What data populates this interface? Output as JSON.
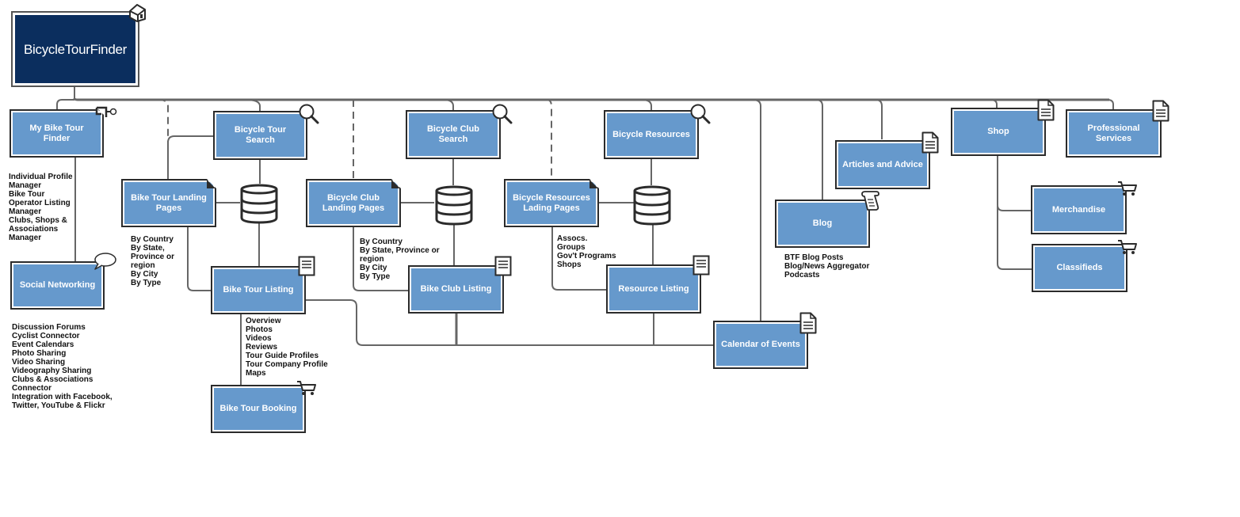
{
  "diagram": {
    "title": "BicycleTourFinder sitemap",
    "colors": {
      "root_fill": "#0b2e5e",
      "node_fill": "#6699cc",
      "node_border": "#2b2b2b",
      "connector": "#666666",
      "text_dark": "#111111"
    },
    "root": {
      "label": "BicycleTourFinder",
      "icon": "home-icon"
    },
    "nodes": {
      "my_bike_tour_finder": {
        "label": "My Bike Tour Finder",
        "icon": "key-icon",
        "notes": "Individual Profile\nManager\nBike Tour\nOperator Listing\nManager\nClubs, Shops &\nAssociations\nManager"
      },
      "social_networking": {
        "label": "Social Networking",
        "icon": "speech-bubble-icon",
        "notes": "Discussion Forums\nCyclist Connector\nEvent Calendars\nPhoto Sharing\nVideo Sharing\nVideography Sharing\nClubs & Associations\nConnector\nIntegration with Facebook,\nTwitter, YouTube & Flickr"
      },
      "bicycle_tour_search": {
        "label": "Bicycle Tour Search",
        "icon": "search-icon"
      },
      "bike_tour_landing": {
        "label": "Bike Tour Landing Pages",
        "notes": "By Country\nBy State,\nProvince or\nregion\nBy City\nBy Type"
      },
      "bike_tour_listing": {
        "label": "Bike Tour Listing",
        "icon": "document-icon",
        "notes": "Overview\nPhotos\nVideos\nReviews\nTour Guide Profiles\nTour Company Profile\nMaps"
      },
      "bike_tour_booking": {
        "label": "Bike Tour Booking",
        "icon": "cart-icon"
      },
      "bicycle_club_search": {
        "label": "Bicycle Club Search",
        "icon": "search-icon"
      },
      "bicycle_club_landing": {
        "label": "Bicycle Club Landing Pages",
        "notes": "By Country\nBy State, Province or\nregion\nBy City\nBy Type"
      },
      "bike_club_listing": {
        "label": "Bike Club Listing",
        "icon": "document-icon"
      },
      "bicycle_resources": {
        "label": "Bicycle Resources",
        "icon": "search-icon"
      },
      "bicycle_resources_landing": {
        "label": "Bicycle Resources Lading Pages",
        "notes": "Assocs.\nGroups\nGov't Programs\nShops"
      },
      "resource_listing": {
        "label": "Resource Listing",
        "icon": "document-icon"
      },
      "calendar_of_events": {
        "label": "Calendar of Events",
        "icon": "page-icon"
      },
      "articles_and_advice": {
        "label": "Articles and Advice",
        "icon": "page-icon"
      },
      "blog": {
        "label": "Blog",
        "icon": "scroll-icon",
        "notes": "BTF Blog Posts\nBlog/News Aggregator\nPodcasts"
      },
      "shop": {
        "label": "Shop",
        "icon": "page-icon"
      },
      "professional_services": {
        "label": "Professional Services",
        "icon": "page-icon"
      },
      "merchandise": {
        "label": "Merchandise",
        "icon": "cart-icon"
      },
      "classifieds": {
        "label": "Classifieds",
        "icon": "cart-icon"
      }
    }
  }
}
